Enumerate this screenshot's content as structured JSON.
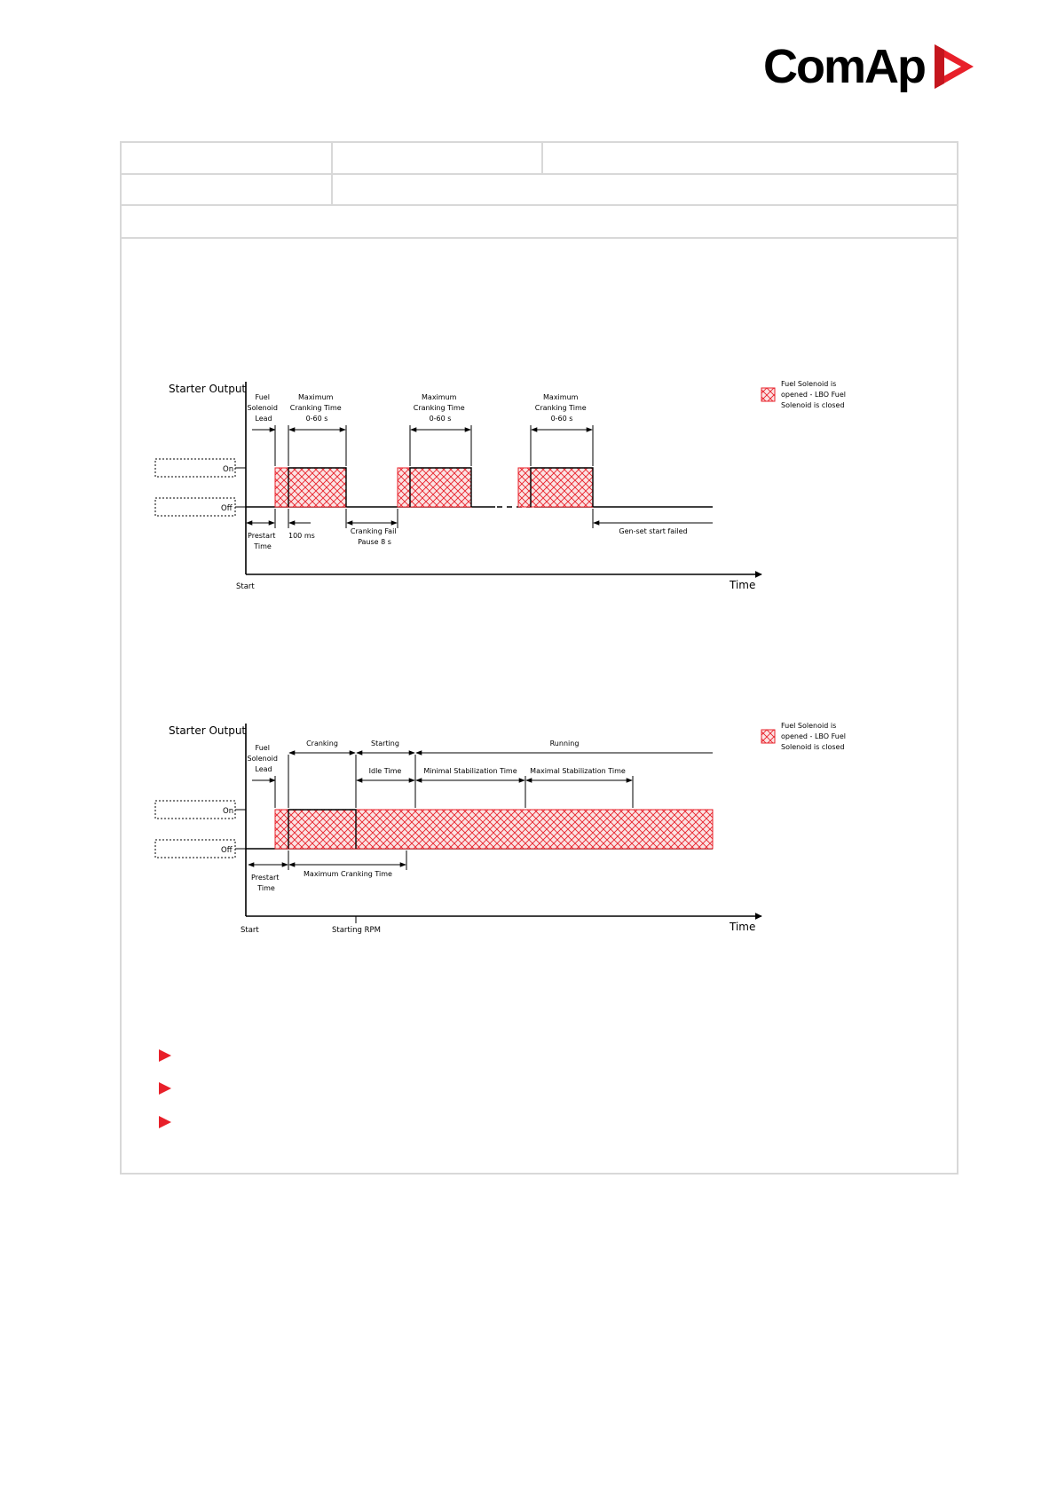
{
  "brand": {
    "name": "ComAp",
    "accent": "#e8202a"
  },
  "diagram1": {
    "y_label": "Starter Output",
    "x_label": "Time",
    "level_on": "On",
    "level_off": "Off",
    "start": "Start",
    "legend": [
      "Fuel Solenoid is",
      "opened - LBO Fuel",
      "Solenoid is closed"
    ],
    "fuel_lead": [
      "Fuel",
      "Solenoid",
      "Lead"
    ],
    "max_crank": [
      "Maximum",
      "Cranking Time",
      "0-60 s"
    ],
    "prestart": [
      "Prestart",
      "Time"
    ],
    "gap_100ms": "100 ms",
    "fail_pause": [
      "Cranking Fail",
      "Pause 8 s"
    ],
    "start_failed": "Gen-set start failed"
  },
  "diagram2": {
    "y_label": "Starter Output",
    "x_label": "Time",
    "level_on": "On",
    "level_off": "Off",
    "start": "Start",
    "starting_rpm": "Starting RPM",
    "legend": [
      "Fuel Solenoid is",
      "opened - LBO Fuel",
      "Solenoid is closed"
    ],
    "fuel_lead": [
      "Fuel",
      "Solenoid",
      "Lead"
    ],
    "phase_cranking": "Cranking",
    "phase_starting": "Starting",
    "phase_running": "Running",
    "idle_time": "Idle Time",
    "min_stab": "Minimal Stabilization Time",
    "max_stab": "Maximal Stabilization Time",
    "prestart": [
      "Prestart",
      "Time"
    ],
    "max_crank_time": "Maximum Cranking Time"
  },
  "bullets": {
    "count": 3
  }
}
